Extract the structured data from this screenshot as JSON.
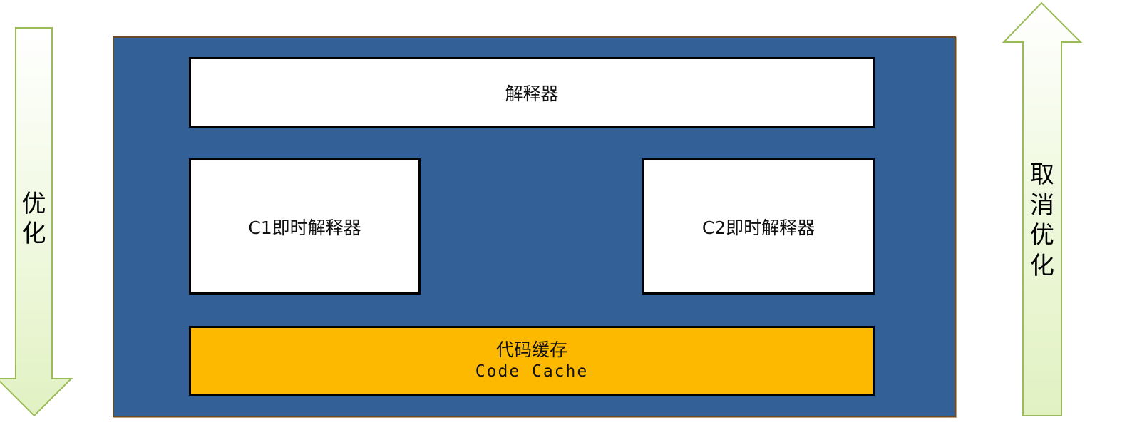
{
  "left_arrow": {
    "label": [
      "优",
      "化"
    ],
    "direction": "down",
    "fill_color": "#e9f6cf",
    "stroke_color": "#9bbb59"
  },
  "right_arrow": {
    "label": [
      "取",
      "消",
      "优",
      "化"
    ],
    "direction": "up",
    "fill_color": "#e9f6cf",
    "stroke_color": "#9bbb59"
  },
  "frame": {
    "background_color": "#336096",
    "border_color": "#6b4a2a"
  },
  "interpreter": {
    "label": "解释器"
  },
  "c1": {
    "label": "C1即时解释器"
  },
  "c2": {
    "label": "C2即时解释器"
  },
  "code_cache": {
    "label_zh": "代码缓存",
    "label_en": "Code Cache",
    "color": "#fdb900"
  }
}
